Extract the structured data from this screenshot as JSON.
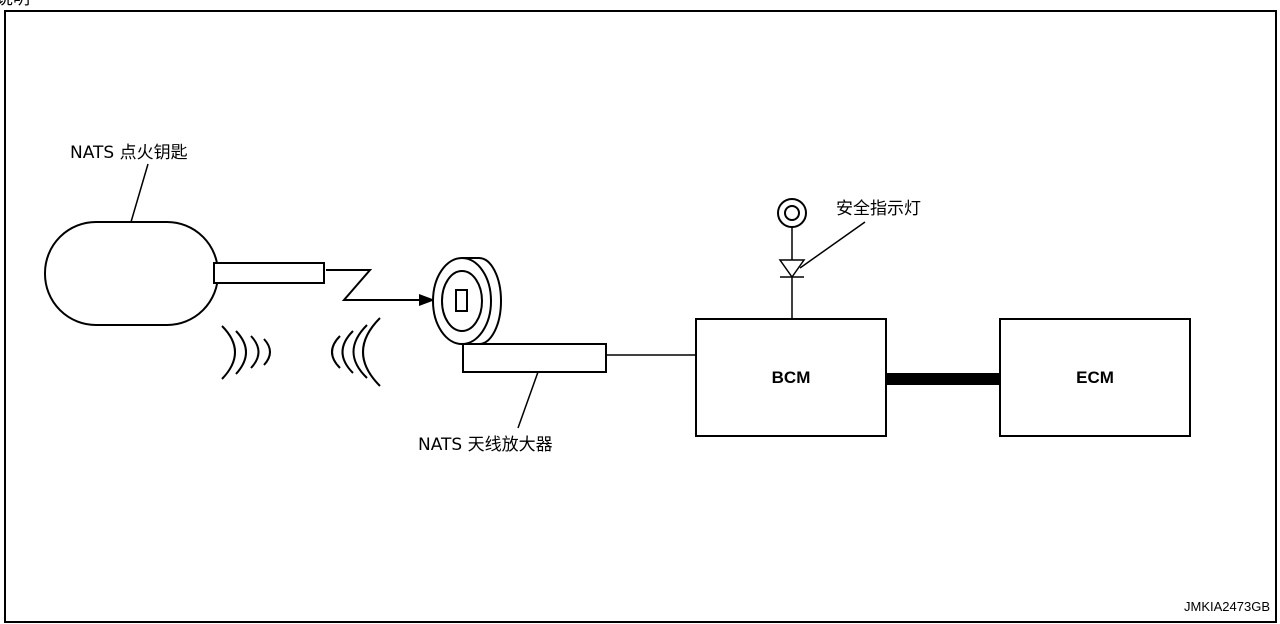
{
  "header": {
    "text": "说明"
  },
  "labels": {
    "key": "NATS 点火钥匙",
    "amplifier": "NATS 天线放大器",
    "indicator": "安全指示灯",
    "bcm": "BCM",
    "ecm": "ECM",
    "figure_code": "JMKIA2473GB"
  }
}
